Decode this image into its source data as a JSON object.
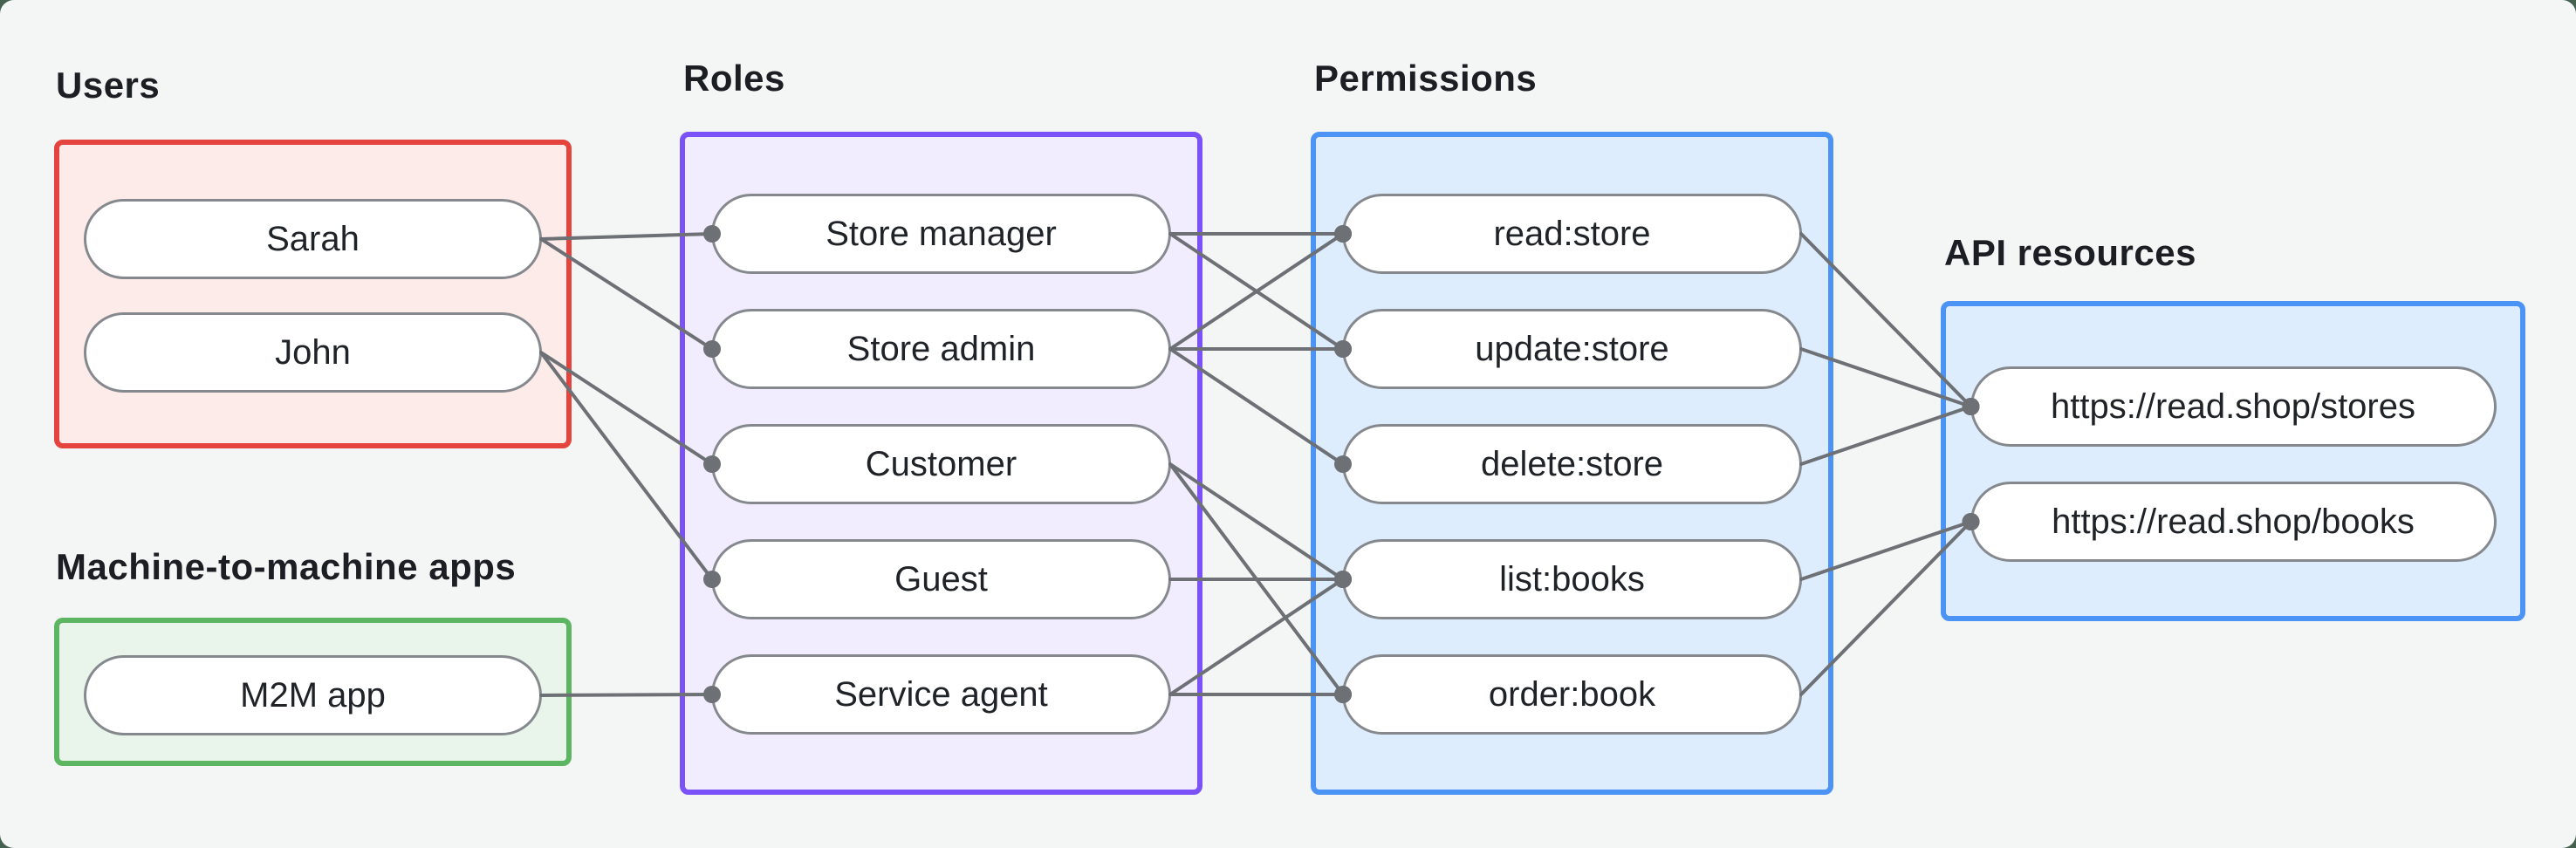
{
  "page": {
    "background_outer": "#44604f",
    "background_card": "#f4f6f6"
  },
  "diagram": {
    "connector_color": "#6d7175",
    "connector_width": 4,
    "endpoint_dot_radius": 10,
    "node_border_color": "#85898d",
    "node_fill": "#ffffff",
    "heading_color": "#1b1f24",
    "groups": [
      {
        "id": "users",
        "label": "Users",
        "accent": "#e5443e",
        "fill": "#fcebe9",
        "nodes": [
          {
            "id": "sarah",
            "label": "Sarah"
          },
          {
            "id": "john",
            "label": "John"
          }
        ]
      },
      {
        "id": "m2m-apps",
        "label": "Machine-to-machine apps",
        "accent": "#5cb661",
        "fill": "#e9f4ea",
        "nodes": [
          {
            "id": "m2m-app",
            "label": "M2M app"
          }
        ]
      },
      {
        "id": "roles",
        "label": "Roles",
        "accent": "#7b51f8",
        "fill": "#f1ecfe",
        "nodes": [
          {
            "id": "store-manager",
            "label": "Store manager"
          },
          {
            "id": "store-admin",
            "label": "Store admin"
          },
          {
            "id": "customer",
            "label": "Customer"
          },
          {
            "id": "guest",
            "label": "Guest"
          },
          {
            "id": "service-agent",
            "label": "Service agent"
          }
        ]
      },
      {
        "id": "permissions",
        "label": "Permissions",
        "accent": "#4b94f6",
        "fill": "#deedfd",
        "nodes": [
          {
            "id": "read-store",
            "label": "read:store"
          },
          {
            "id": "update-store",
            "label": "update:store"
          },
          {
            "id": "delete-store",
            "label": "delete:store"
          },
          {
            "id": "list-books",
            "label": "list:books"
          },
          {
            "id": "order-book",
            "label": "order:book"
          }
        ]
      },
      {
        "id": "api-resources",
        "label": "API resources",
        "accent": "#4b94f6",
        "fill": "#deedfd",
        "nodes": [
          {
            "id": "stores",
            "label": "https://read.shop/stores"
          },
          {
            "id": "books",
            "label": "https://read.shop/books"
          }
        ]
      }
    ],
    "edges": [
      {
        "from": "sarah",
        "to": "store-manager"
      },
      {
        "from": "sarah",
        "to": "store-admin"
      },
      {
        "from": "john",
        "to": "customer"
      },
      {
        "from": "john",
        "to": "guest"
      },
      {
        "from": "m2m-app",
        "to": "service-agent"
      },
      {
        "from": "store-manager",
        "to": "read-store"
      },
      {
        "from": "store-manager",
        "to": "update-store"
      },
      {
        "from": "store-admin",
        "to": "read-store"
      },
      {
        "from": "store-admin",
        "to": "update-store"
      },
      {
        "from": "store-admin",
        "to": "delete-store"
      },
      {
        "from": "customer",
        "to": "list-books"
      },
      {
        "from": "customer",
        "to": "order-book"
      },
      {
        "from": "guest",
        "to": "list-books"
      },
      {
        "from": "service-agent",
        "to": "list-books"
      },
      {
        "from": "service-agent",
        "to": "order-book"
      },
      {
        "from": "read-store",
        "to": "stores"
      },
      {
        "from": "update-store",
        "to": "stores"
      },
      {
        "from": "delete-store",
        "to": "stores"
      },
      {
        "from": "list-books",
        "to": "books"
      },
      {
        "from": "order-book",
        "to": "books"
      }
    ]
  }
}
